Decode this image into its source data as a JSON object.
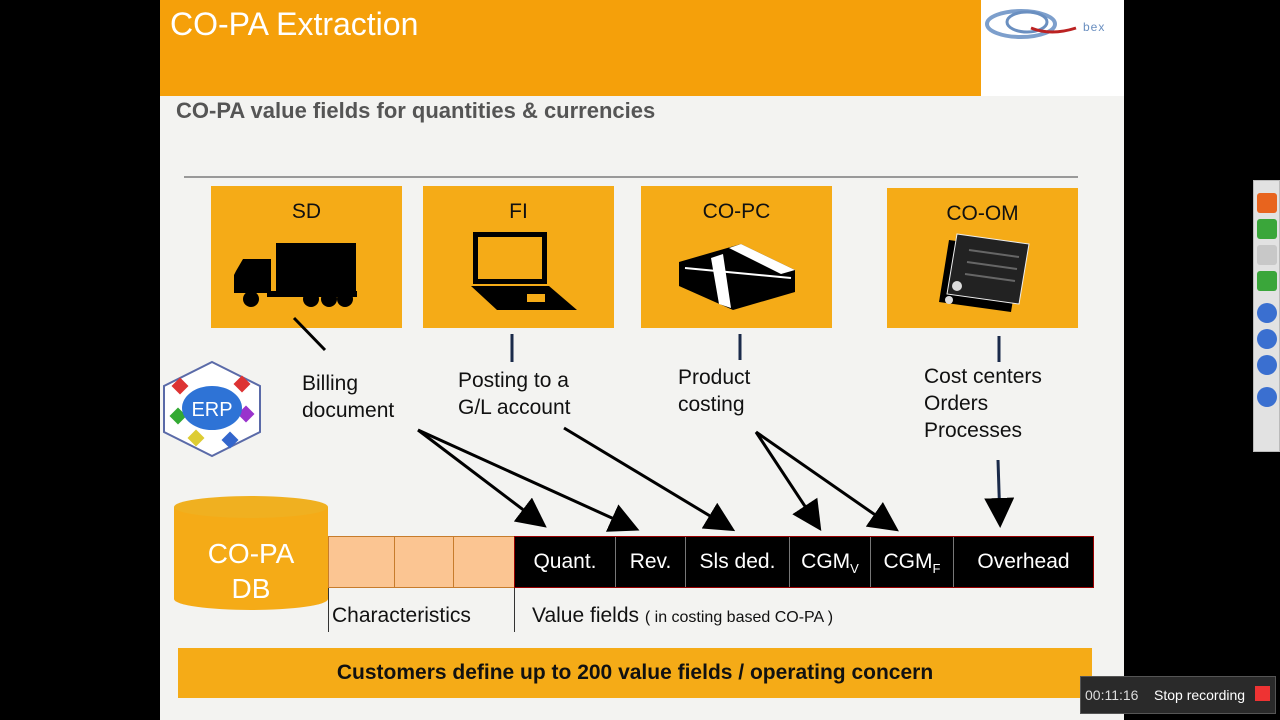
{
  "slide": {
    "title": "CO-PA Extraction",
    "logo_text": "bex",
    "subtitle": "CO-PA value fields for quantities & currencies"
  },
  "modules": [
    {
      "label": "SD",
      "icon": "truck-icon",
      "text": [
        "Billing",
        "document"
      ]
    },
    {
      "label": "FI",
      "icon": "laptop-icon",
      "text": [
        "Posting to a",
        "G/L account"
      ]
    },
    {
      "label": "CO-PC",
      "icon": "cash-stack-icon",
      "text": [
        "Product",
        "costing"
      ]
    },
    {
      "label": "CO-OM",
      "icon": "documents-icon",
      "text": [
        "Cost centers",
        "Orders",
        "Processes"
      ]
    }
  ],
  "erp_label": "ERP",
  "db": {
    "line1": "CO-PA",
    "line2": "DB"
  },
  "value_fields": {
    "quant": "Quant.",
    "rev": "Rev.",
    "sls": "Sls ded.",
    "cgmv": "CGM",
    "cgmv_sub": "V",
    "cgmf": "CGM",
    "cgmf_sub": "F",
    "overhead": "Overhead"
  },
  "labels": {
    "characteristics": "Characteristics",
    "value_fields": "Value fields",
    "value_fields_note": "( in costing based CO-PA )"
  },
  "banner": "Customers define up to 200 value fields / operating concern",
  "recorder": {
    "time": "00:11:16",
    "stop": "Stop recording"
  },
  "colors": {
    "accent": "#f5a00a",
    "box": "#f5ab17",
    "record": "#e33333"
  }
}
